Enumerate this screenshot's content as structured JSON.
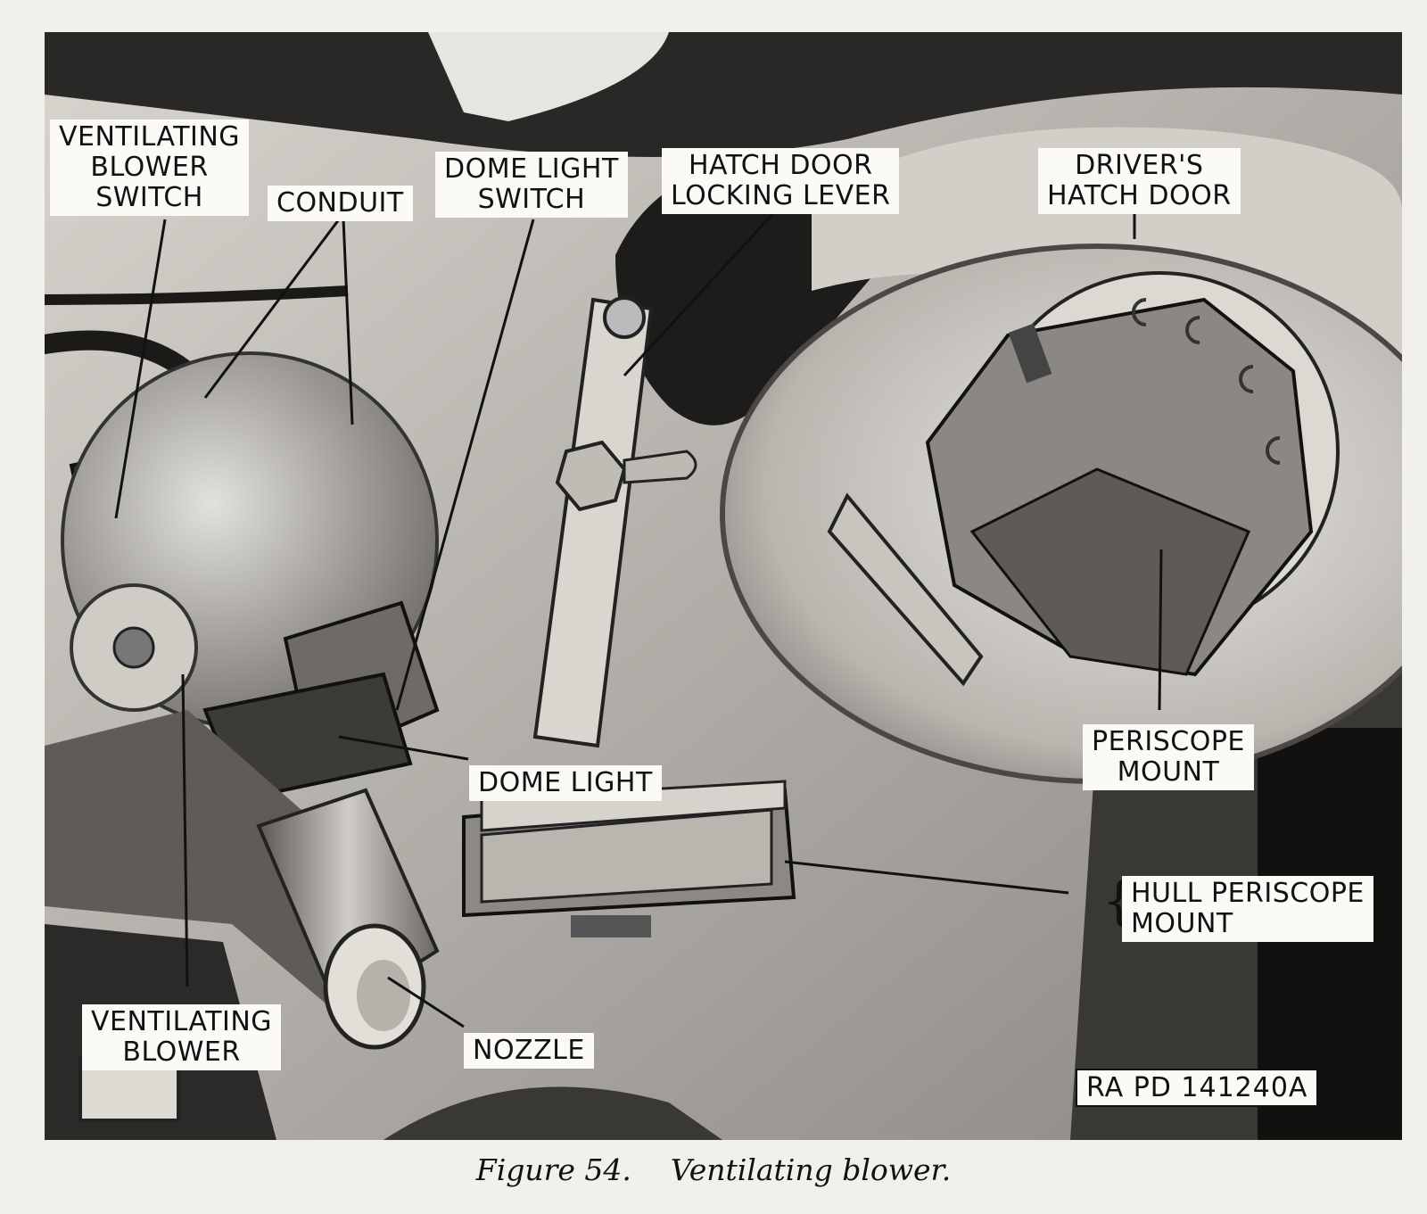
{
  "labels": {
    "ventilating_blower_switch": [
      "VENTILATING",
      "BLOWER",
      "SWITCH"
    ],
    "conduit": [
      "CONDUIT"
    ],
    "dome_light_switch": [
      "DOME LIGHT",
      "SWITCH"
    ],
    "hatch_door_locking_lever": [
      "HATCH DOOR",
      "LOCKING LEVER"
    ],
    "drivers_hatch_door": [
      "DRIVER'S",
      "HATCH DOOR"
    ],
    "dome_light": [
      "DOME LIGHT"
    ],
    "periscope_mount": [
      "PERISCOPE",
      "MOUNT"
    ],
    "hull_periscope_mount": [
      "HULL PERISCOPE",
      "MOUNT"
    ],
    "ventilating_blower": [
      "VENTILATING",
      "BLOWER"
    ],
    "nozzle": [
      "NOZZLE"
    ]
  },
  "reference_code": "RA PD 141240A",
  "caption": {
    "figure": "Figure 54.",
    "title": "Ventilating blower."
  }
}
